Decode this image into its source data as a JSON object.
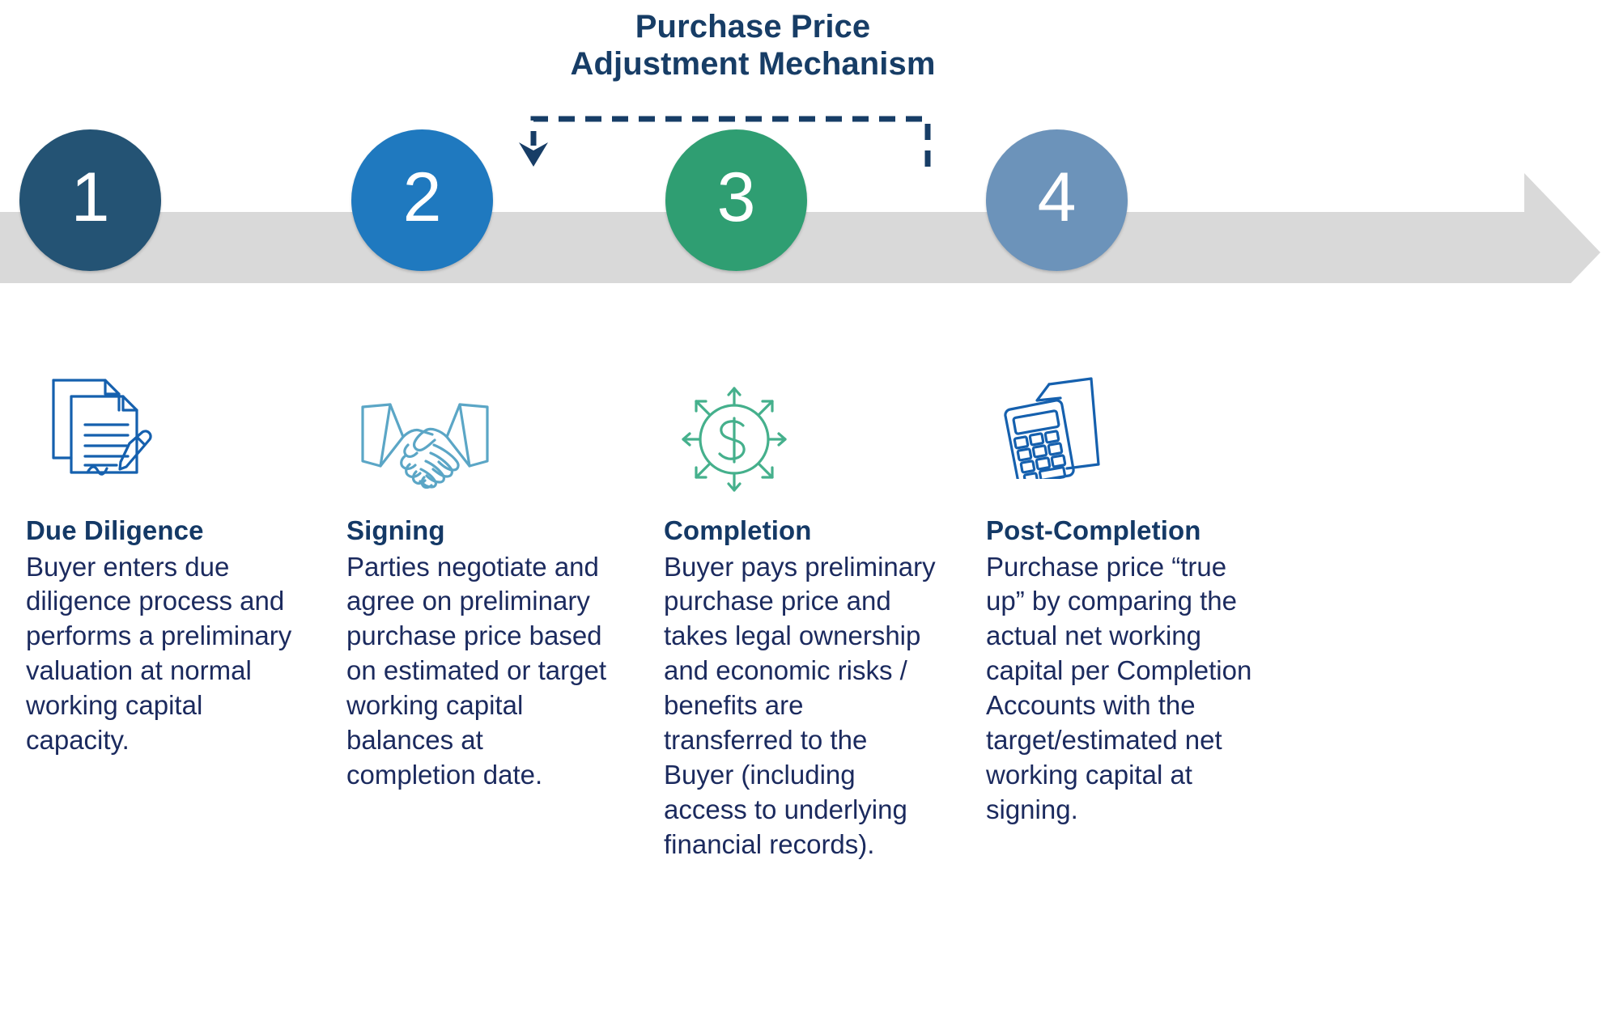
{
  "title": {
    "line1": "Purchase Price",
    "line2": "Adjustment Mechanism"
  },
  "colors": {
    "title_navy": "#173d66",
    "body_navy": "#1b2a5e",
    "heading_navy": "#143966",
    "timeline_gray": "#d9d9d9",
    "step1": "#245374",
    "step2": "#1f79bf",
    "step3": "#2f9e72",
    "step4": "#6c93ba",
    "icon_blue": "#1560ae",
    "icon_lightblue": "#5ba6c6",
    "icon_green": "#45b08c",
    "connector_navy": "#173d66"
  },
  "connector": {
    "from_step": "3",
    "to_step": "2",
    "style": "dashed",
    "arrow_direction": "down"
  },
  "timeline": {
    "shape": "right-arrow",
    "color": "#d9d9d9"
  },
  "steps": [
    {
      "number": "1",
      "circle_color": "#245374",
      "icon": "document-signature-icon",
      "icon_color": "#1560ae",
      "heading": "Due Diligence",
      "body": "Buyer enters due diligence process and performs a preliminary valuation at normal working capital capacity."
    },
    {
      "number": "2",
      "circle_color": "#1f79bf",
      "icon": "handshake-icon",
      "icon_color": "#5ba6c6",
      "heading": "Signing",
      "body": "Parties negotiate and agree on preliminary purchase price based on estimated or target working capital balances at completion date."
    },
    {
      "number": "3",
      "circle_color": "#2f9e72",
      "icon": "dollar-circle-arrows-icon",
      "icon_color": "#45b08c",
      "heading": "Completion",
      "body": "Buyer pays preliminary purchase price and takes legal ownership and economic risks / benefits are transferred to the Buyer (including access to underlying financial records)."
    },
    {
      "number": "4",
      "circle_color": "#6c93ba",
      "icon": "calculator-document-icon",
      "icon_color": "#1560ae",
      "heading": "Post-Completion",
      "body": "Purchase price “true up” by comparing the actual net working capital per Completion Accounts with the target/estimated net working capital at signing."
    }
  ]
}
